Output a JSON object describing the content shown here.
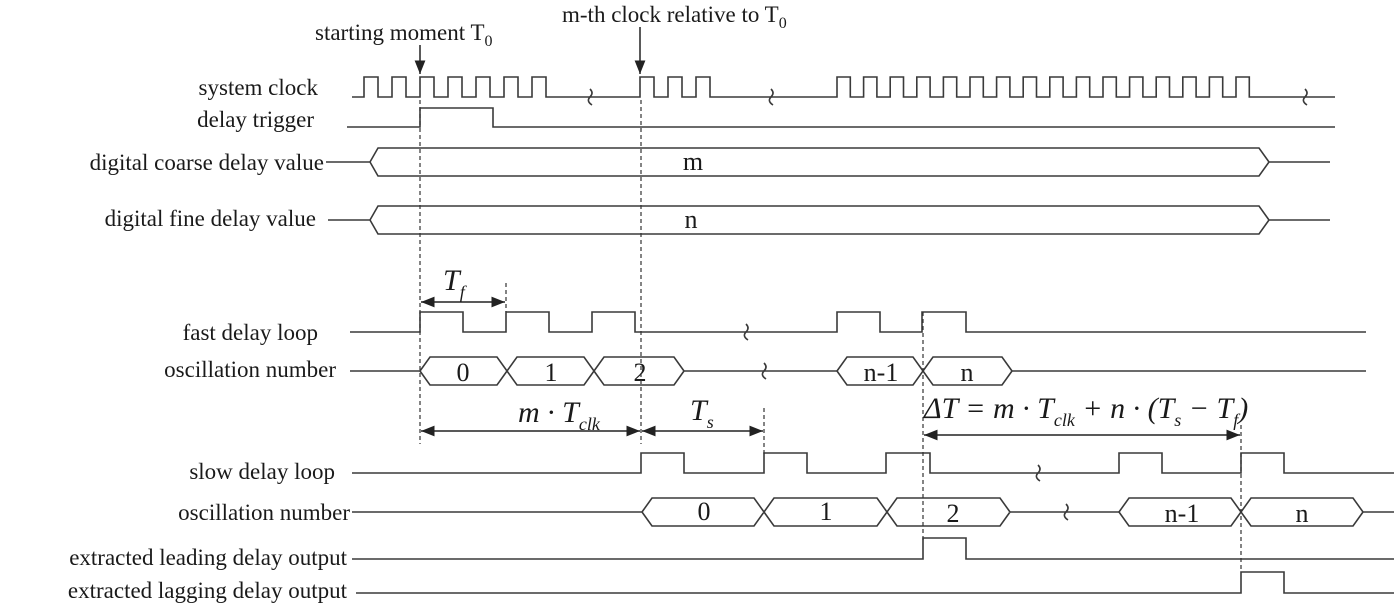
{
  "annotations": {
    "start": {
      "text": "starting moment T",
      "sub": "0"
    },
    "mth": {
      "text": "m-th clock relative to T",
      "sub": "0"
    }
  },
  "labels": {
    "system_clock": "system clock",
    "delay_trigger": "delay trigger",
    "coarse": "digital coarse delay value",
    "fine": "digital fine delay value",
    "fast_loop": "fast delay loop",
    "osc_fast": "oscillation number",
    "slow_loop": "slow delay loop",
    "osc_slow": "oscillation number",
    "leading": "extracted leading delay output",
    "lagging": "extracted lagging delay output"
  },
  "bus_values": {
    "coarse": "m",
    "fine": "n"
  },
  "fast_osc_cells": [
    "0",
    "1",
    "2",
    "n-1",
    "n"
  ],
  "slow_osc_cells": [
    "0",
    "1",
    "2",
    "n-1",
    "n"
  ],
  "intervals": {
    "tf": {
      "main": "T",
      "sub": "f"
    },
    "mtclk": {
      "main": "m · T",
      "sub": "clk"
    },
    "ts": {
      "main": "T",
      "sub": "s"
    },
    "delta": {
      "text": "ΔT = m · T",
      "sub1": "clk",
      "mid": " + n · (T",
      "sub2": "s",
      "mid2": " − T",
      "sub3": "f",
      "end": ")"
    }
  },
  "colors": {
    "line": "#3a3a3a",
    "text": "#1a1a1a"
  }
}
